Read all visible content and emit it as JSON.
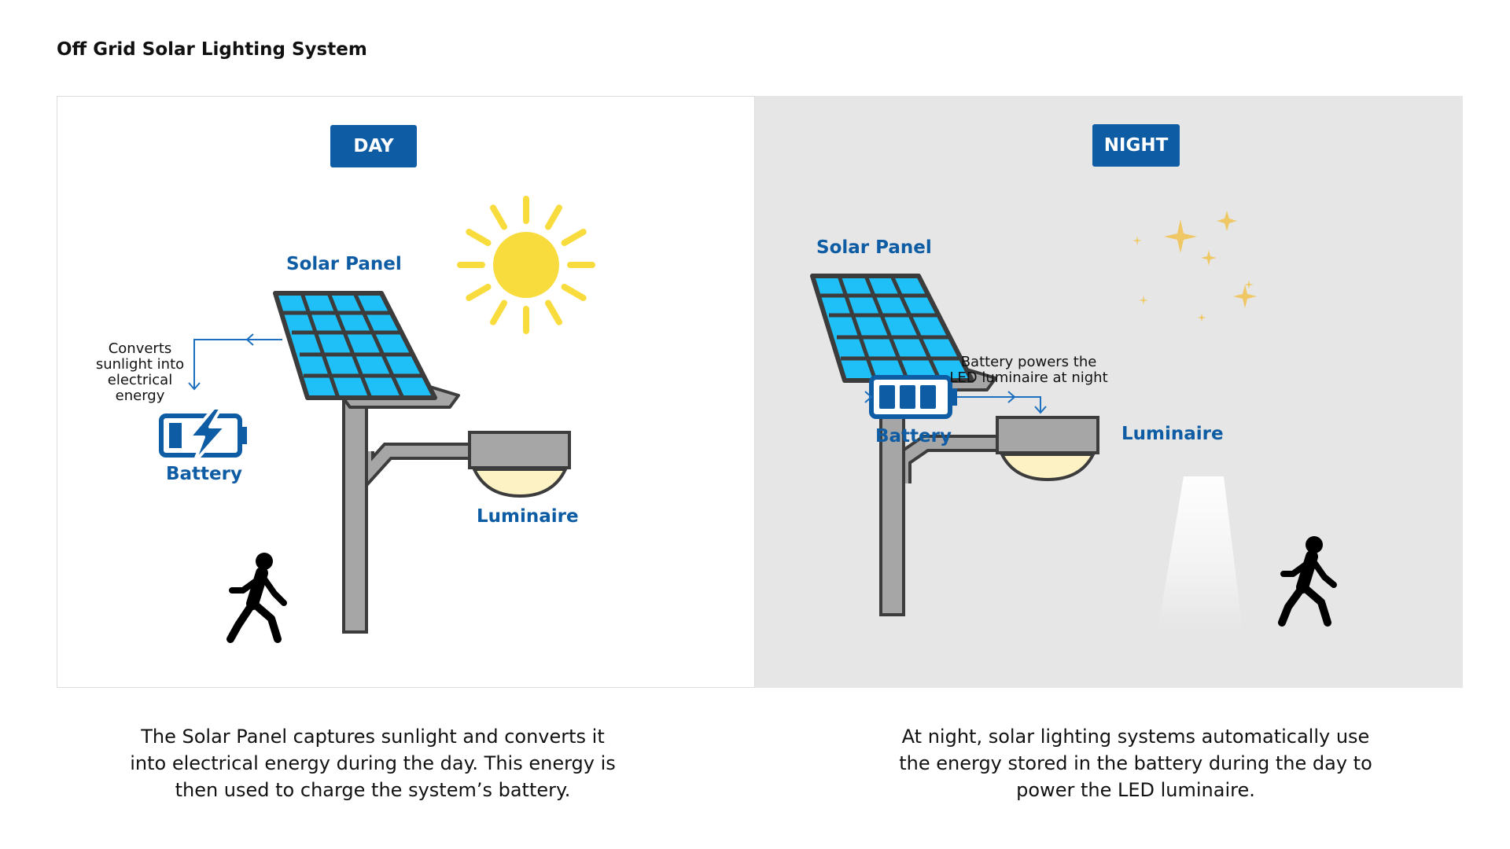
{
  "title": "Off Grid Solar Lighting System",
  "day": {
    "badge": "DAY",
    "solar_panel_label": "Solar Panel",
    "battery_label": "Battery",
    "luminaire_label": "Luminaire",
    "note": "Converts sunlight into electrical energy",
    "note_lines": [
      "Converts",
      "sunlight into",
      "electrical",
      "energy"
    ],
    "caption_lines": [
      "The Solar Panel captures sunlight and converts it",
      "into electrical energy during the day. This energy is",
      "then used to charge the system’s battery."
    ],
    "icons": [
      "sun-icon",
      "solar-panel-icon",
      "battery-charging-icon",
      "street-light-icon",
      "pedestrian-icon"
    ]
  },
  "night": {
    "badge": "NIGHT",
    "solar_panel_label": "Solar Panel",
    "battery_label": "Battery",
    "luminaire_label": "Luminaire",
    "note_lines": [
      "Battery powers the",
      "LED luminaire at night"
    ],
    "caption_lines": [
      "At night, solar lighting systems automatically use",
      "the energy stored in the battery during the day to",
      "power the LED luminaire."
    ],
    "icons": [
      "moon-icon",
      "star-icon",
      "solar-panel-icon",
      "battery-full-icon",
      "street-light-icon",
      "light-beam-icon",
      "pedestrian-icon"
    ]
  },
  "colors": {
    "brand_blue": "#0d5ca4",
    "cell_blue": "#1fc0f7",
    "sun_yellow": "#f8dc3e",
    "moon_yellow": "#efc865",
    "pole_gray": "#a6a6a6",
    "outline": "#3c3c3c",
    "night_bg": "#e6e6e6"
  }
}
